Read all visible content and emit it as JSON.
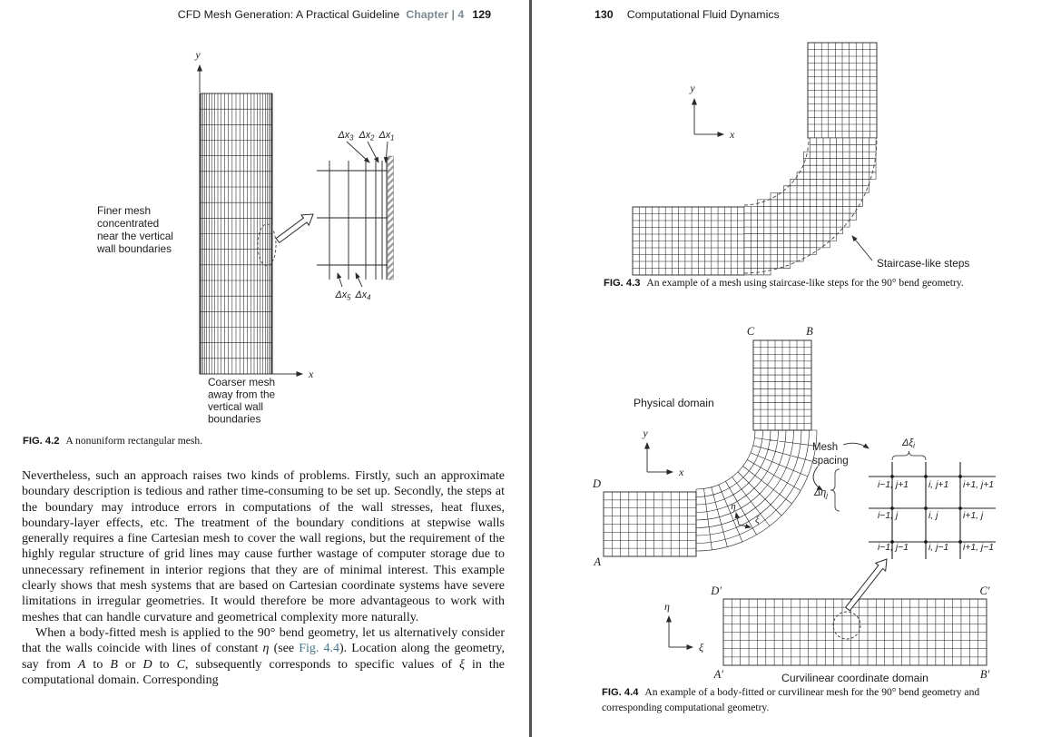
{
  "colors": {
    "link": "#44758a",
    "header_muted": "#7e8b92",
    "divider": "#555555",
    "line": "#222222",
    "axis": "#3a3a3a"
  },
  "left": {
    "header": {
      "title": "CFD Mesh Generation: A Practical Guideline",
      "chapter": "Chapter | 4",
      "page_num": "129"
    },
    "fig42": {
      "axis_y": "y",
      "axis_x": "x",
      "finer_lines": [
        "Finer mesh",
        "concentrated",
        "near the vertical",
        "wall boundaries"
      ],
      "coarser_lines": [
        "Coarser mesh",
        "away from the",
        "vertical wall",
        "boundaries"
      ],
      "dx_top": [
        {
          "b": "Δx",
          "s": "3"
        },
        {
          "b": "Δx",
          "s": "2"
        },
        {
          "b": "Δx",
          "s": "1"
        }
      ],
      "dx_bottom": [
        {
          "b": "Δx",
          "s": "5"
        },
        {
          "b": "Δx",
          "s": "4"
        }
      ],
      "caption_label": "FIG. 4.2",
      "caption_text": "A nonuniform rectangular mesh."
    },
    "body_paragraphs": [
      {
        "indent": false,
        "runs": [
          {
            "t": "Nevertheless, such an approach raises two kinds of problems. Firstly, such an approximate boundary description is tedious and rather time-consuming to be set up. Secondly, the steps at the boundary may introduce errors in computations of the wall stresses, heat fluxes, boundary-layer effects, etc. The treatment of the boundary conditions at stepwise walls generally requires a fine Cartesian mesh to cover the wall regions, but the requirement of the highly regular structure of grid lines may cause further wastage of computer storage due to unnecessary refinement in interior regions that they are of minimal interest. This example clearly shows that mesh systems that are based on Cartesian coordinate systems have severe limitations in irregular geometries. It would therefore be more advantageous to work with meshes that can handle curvature and geometrical complexity more naturally."
          }
        ]
      },
      {
        "indent": true,
        "runs": [
          {
            "t": "When a body-fitted mesh is applied to the 90° bend geometry, let us alternatively consider that the walls coincide with lines of constant "
          },
          {
            "t": "η",
            "i": true
          },
          {
            "t": " (see "
          },
          {
            "t": "Fig. 4.4",
            "link": true
          },
          {
            "t": "). Location along the geometry, say from "
          },
          {
            "t": "A",
            "i": true
          },
          {
            "t": " to "
          },
          {
            "t": "B",
            "i": true
          },
          {
            "t": " or "
          },
          {
            "t": "D",
            "i": true
          },
          {
            "t": " to "
          },
          {
            "t": "C",
            "i": true
          },
          {
            "t": ", subsequently corresponds to specific values of "
          },
          {
            "t": "ξ",
            "i": true
          },
          {
            "t": " in the computational domain. Corresponding"
          }
        ]
      }
    ]
  },
  "right": {
    "header": {
      "page_num": "130",
      "title": "Computational Fluid Dynamics"
    },
    "fig43": {
      "axis_y": "y",
      "axis_x": "x",
      "step_label": "Staircase-like steps",
      "caption_label": "FIG. 4.3",
      "caption_text": "An example of a mesh using staircase-like steps for the 90° bend geometry."
    },
    "fig44": {
      "physical_label": "Physical domain",
      "axis_y": "y",
      "axis_x": "x",
      "eta": "η",
      "xi": "ξ",
      "corner_C": "C",
      "corner_B": "B",
      "corner_D": "D",
      "corner_A": "A",
      "mesh_spacing_lines": [
        "Mesh",
        "spacing"
      ],
      "dxi": {
        "b": "Δξ",
        "s": "i"
      },
      "deta": {
        "b": "Δη",
        "s": "j"
      },
      "stencil_rows": [
        [
          "i−1, j+1",
          "i, j+1",
          "i+1, j+1"
        ],
        [
          "i−1, j",
          "i, j",
          "i+1, j"
        ],
        [
          "i−1, j−1",
          "i, j−1",
          "i+1, j−1"
        ]
      ],
      "comp_corner_D": "D′",
      "comp_corner_C": "C′",
      "comp_corner_A": "A′",
      "comp_corner_B": "B′",
      "comp_eta": "η",
      "comp_xi": "ξ",
      "comp_label": "Curvilinear coordinate domain",
      "caption_label": "FIG. 4.4",
      "caption_text": "An example of a body-fitted or curvilinear mesh for the 90° bend geometry and corresponding computational geometry."
    }
  }
}
